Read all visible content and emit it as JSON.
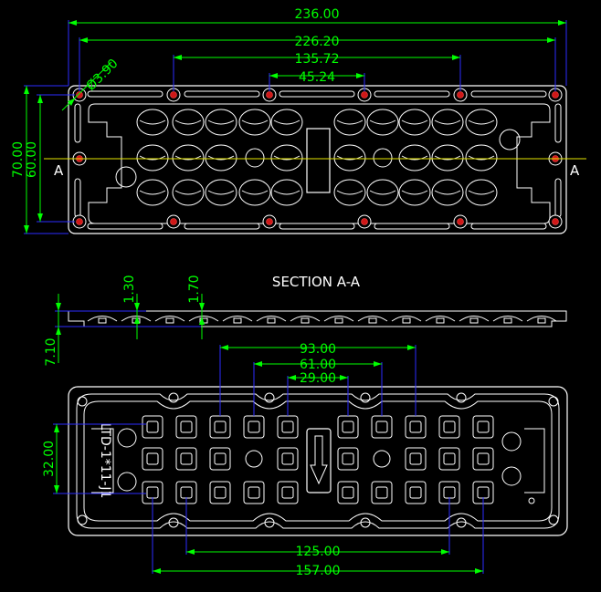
{
  "section_label": "SECTION A-A",
  "section_marker": "A",
  "text_icon_1": "arrow-down-icon",
  "top_view": {
    "dims": {
      "overall_length": "236.00",
      "hole_spacing_outer": "226.20",
      "hole_spacing_mid": "135.72",
      "hole_spacing_inner": "45.24",
      "hole_diameter": "Ø3.90",
      "overall_width": "70.00",
      "hole_row_spacing": "60.00"
    }
  },
  "section_view": {
    "dims": {
      "step_1": "1.30",
      "step_2": "1.70",
      "thickness": "7.10"
    }
  },
  "bottom_view": {
    "part_text": "LTD-1*11-J1",
    "dims": {
      "lens_span_outer": "93.00",
      "lens_span_mid": "61.00",
      "lens_span_inner": "29.00",
      "row_spacing": "32.00",
      "lens_span_125": "125.00",
      "lens_span_157": "157.00"
    }
  },
  "colors": {
    "background": "#000000",
    "outline": "#ffffff",
    "dimension": "#00ff00",
    "extension_line": "#2b2bff",
    "center_line": "#e6e600",
    "hole_fill": "#d01818"
  }
}
